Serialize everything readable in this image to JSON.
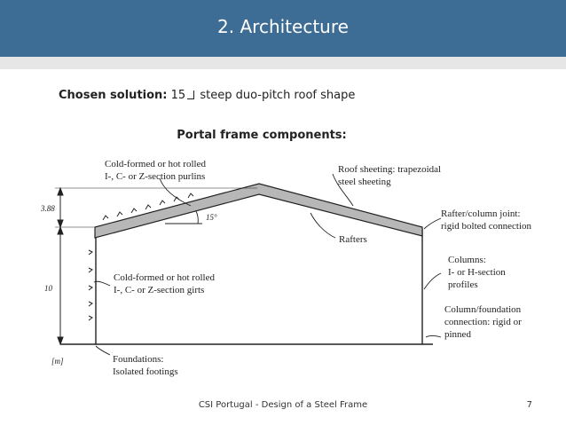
{
  "slide": {
    "title": "2. Architecture",
    "chosen_label": "Chosen solution:",
    "chosen_number": "15",
    "chosen_rest": "steep duo-pitch roof shape",
    "portal_heading": "Portal frame components:"
  },
  "diagram": {
    "dim_top": "3.88",
    "dim_height": "10",
    "unit": "[m]",
    "angle": "15°",
    "labels": {
      "purlins": [
        "Cold-formed or hot rolled",
        "I-, C- or Z-section purlins"
      ],
      "roof_sheeting": [
        "Roof sheeting: trapezoidal",
        "steel sheeting"
      ],
      "rafter_joint": [
        "Rafter/column joint:",
        "rigid bolted connection"
      ],
      "rafters": "Rafters",
      "columns": [
        "Columns:",
        "I- or H-section",
        "profiles"
      ],
      "girts": [
        "Cold-formed or hot rolled",
        "I-, C- or Z-section girts"
      ],
      "foundation_connection": [
        "Column/foundation",
        "connection: rigid or",
        "pinned"
      ],
      "foundations": [
        "Foundations:",
        "Isolated footings"
      ]
    }
  },
  "footer": {
    "text": "CSI Portugal - Design of a Steel Frame",
    "page": "7"
  }
}
